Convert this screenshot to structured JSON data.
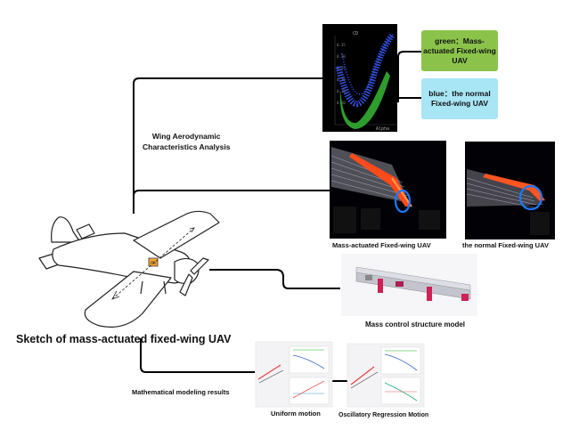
{
  "labels": {
    "wing_analysis": "Wing Aerodynamic\nCharacteristics Analysis",
    "mass_actuated_uav": "Mass-actuated Fixed-wing UAV",
    "normal_uav": "the normal Fixed-wing UAV",
    "mass_control_model": "Mass control structure model",
    "sketch_title": "Sketch of mass-actuated fixed-wing UAV",
    "math_results": "Mathematical modeling results",
    "uniform_motion": "Uniform motion",
    "oscillatory_motion": "Oscillatory Regression Motion"
  },
  "legend": {
    "green": "green：Mass-\nactuated Fixed-wing\nUAV",
    "blue": "blue：the normal\nFixed-wing UAV"
  },
  "plot": {
    "ylabel": "CD",
    "xlabel": "Alpha",
    "ticks": [
      "0.35",
      "0.30",
      "0.25",
      "0.20",
      "0.15",
      "0.10"
    ]
  },
  "sketch": {
    "mass_label": "m"
  },
  "colors": {
    "green": "#8bc34a",
    "blue": "#a8e6f5",
    "connector": "#000000"
  }
}
